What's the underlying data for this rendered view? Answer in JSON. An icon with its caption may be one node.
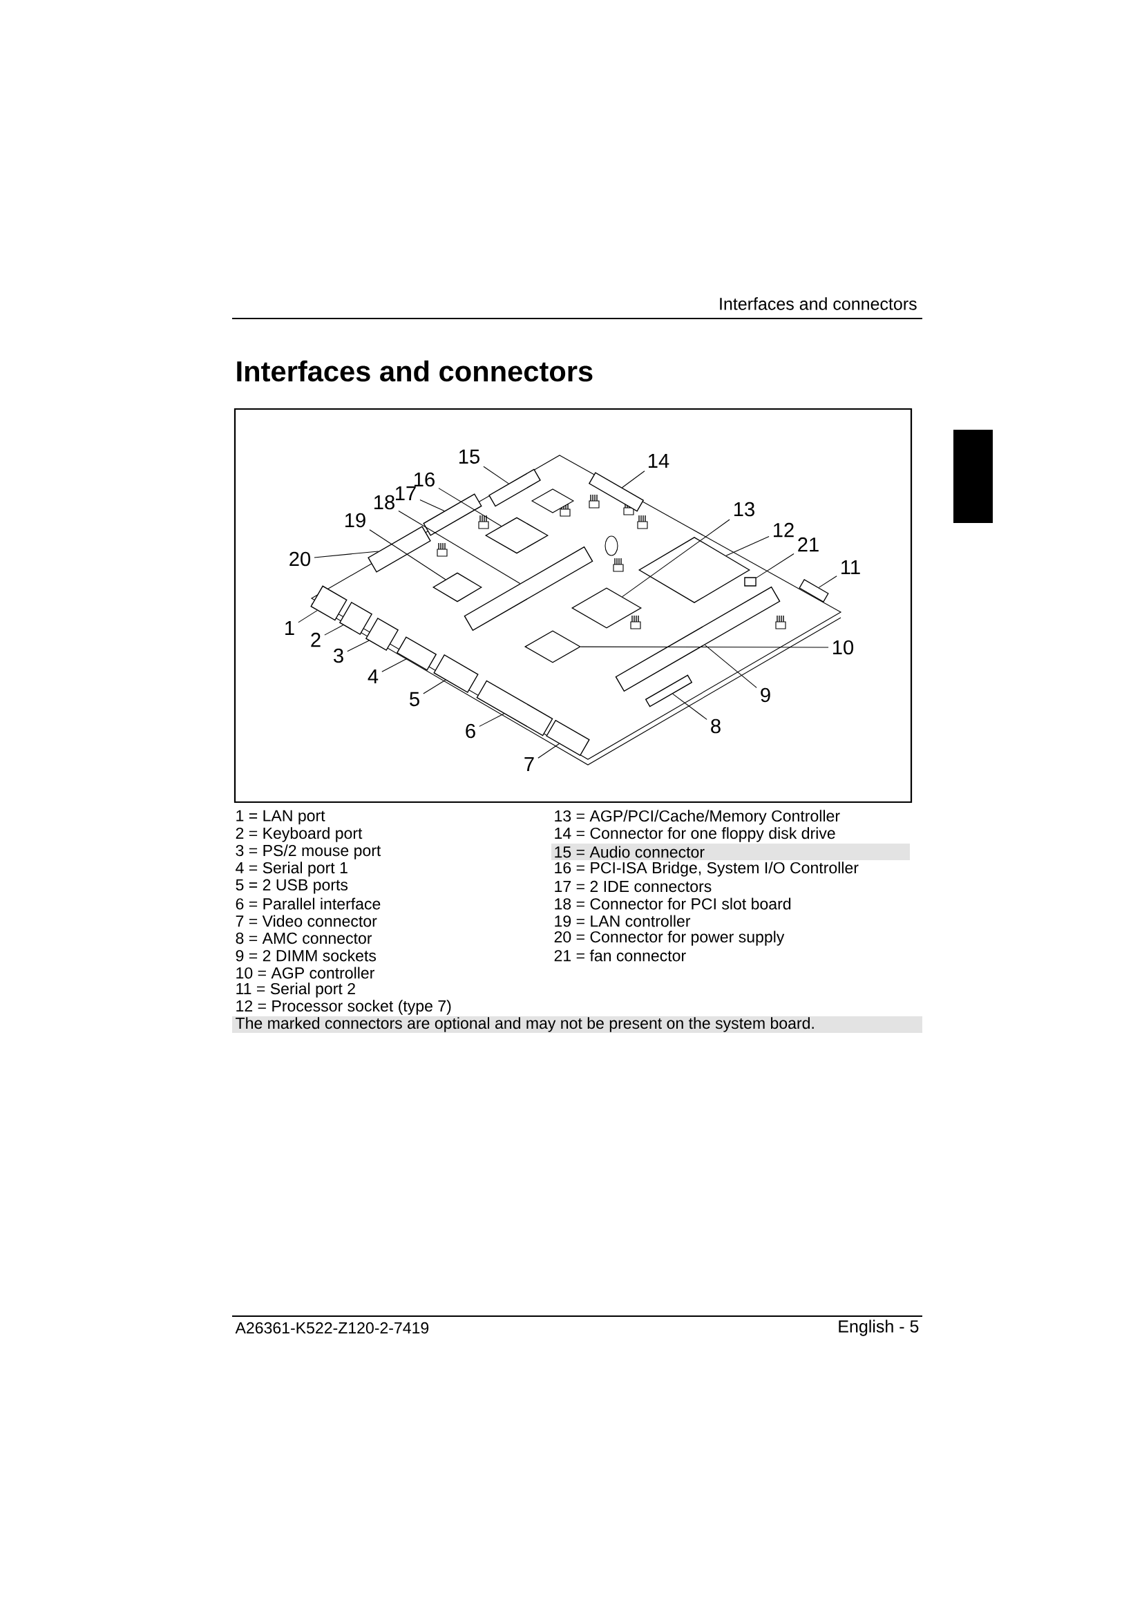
{
  "diagram": {
    "title": "Interfaces and connectors",
    "nodes": [
      {
        "text": [
          "1"
        ]
      },
      {
        "text": [
          "2"
        ]
      },
      {
        "text": [
          "3"
        ]
      },
      {
        "text": [
          "4"
        ]
      },
      {
        "text": [
          "5"
        ]
      },
      {
        "text": [
          "6"
        ]
      },
      {
        "text": [
          "7"
        ]
      },
      {
        "text": [
          "8"
        ]
      },
      {
        "text": [
          "9"
        ]
      },
      {
        "text": [
          "10"
        ]
      },
      {
        "text": [
          "11"
        ]
      },
      {
        "text": [
          "12"
        ]
      },
      {
        "text": [
          "13"
        ]
      },
      {
        "text": [
          "14"
        ]
      },
      {
        "text": [
          "15"
        ]
      },
      {
        "text": [
          "16"
        ]
      },
      {
        "text": [
          "17"
        ]
      },
      {
        "text": [
          "18"
        ]
      },
      {
        "text": [
          "19"
        ]
      },
      {
        "text": [
          "20"
        ]
      },
      {
        "text": [
          "21"
        ]
      },
      {
        "text": [],
        "shape": "box"
      },
      {
        "text": [],
        "shape": "box"
      },
      {
        "text": [],
        "shape": "box"
      },
      {
        "text": [],
        "shape": "box"
      },
      {
        "text": [],
        "shape": "box"
      },
      {
        "text": [],
        "shape": "box"
      },
      {
        "text": [],
        "shape": "box"
      },
      {
        "text": [],
        "shape": "box"
      },
      {
        "text": [],
        "shape": "box"
      },
      {
        "text": [],
        "shape": "diamond"
      },
      {
        "text": [],
        "shape": "box"
      },
      {
        "text": [],
        "shape": "diamond"
      },
      {
        "text": [],
        "shape": "diamond"
      },
      {
        "text": [],
        "shape": "box"
      },
      {
        "text": [],
        "shape": "box"
      },
      {
        "text": [],
        "shape": "diamond"
      },
      {
        "text": [],
        "shape": "box"
      },
      {
        "text": [],
        "shape": "box"
      },
      {
        "text": [],
        "shape": "diamond"
      },
      {
        "text": [],
        "shape": "box"
      },
      {
        "text": [],
        "shape": "box"
      }
    ],
    "edges": [
      {
        "from": 0,
        "to": 21,
        "arrow": "none"
      },
      {
        "from": 1,
        "to": 22,
        "arrow": "none"
      },
      {
        "from": 2,
        "to": 23,
        "arrow": "none"
      },
      {
        "from": 3,
        "to": 24,
        "arrow": "none"
      },
      {
        "from": 4,
        "to": 25,
        "arrow": "none"
      },
      {
        "from": 5,
        "to": 26,
        "arrow": "none"
      },
      {
        "from": 6,
        "to": 27,
        "arrow": "none"
      },
      {
        "from": 7,
        "to": 28,
        "arrow": "none"
      },
      {
        "from": 8,
        "to": 29,
        "arrow": "none"
      },
      {
        "from": 9,
        "to": 30,
        "arrow": "none"
      },
      {
        "from": 10,
        "to": 31,
        "arrow": "none"
      },
      {
        "from": 11,
        "to": 32,
        "arrow": "none"
      },
      {
        "from": 12,
        "to": 33,
        "arrow": "none"
      },
      {
        "from": 13,
        "to": 34,
        "arrow": "none"
      },
      {
        "from": 14,
        "to": 35,
        "arrow": "none"
      },
      {
        "from": 15,
        "to": 36,
        "arrow": "none"
      },
      {
        "from": 16,
        "to": 37,
        "arrow": "none"
      },
      {
        "from": 17,
        "to": 38,
        "arrow": "none"
      },
      {
        "from": 18,
        "to": 39,
        "arrow": "none"
      },
      {
        "from": 19,
        "to": 40,
        "arrow": "none"
      },
      {
        "from": 20,
        "to": 41,
        "arrow": "none"
      }
    ],
    "labels": [
      "Interfaces and connectors",
      "1 = LAN port",
      "2 = Keyboard port",
      "3 = PS/2 mouse port",
      "4 = Serial port 1",
      "5 = 2 USB ports",
      "6 = Parallel interface",
      "7 = Video connector",
      "8 = AMC connector",
      "9 = 2 DIMM sockets",
      "10 = AGP controller",
      "11 = Serial port 2",
      "12 = Processor socket (type 7)",
      "13 = AGP/PCI/Cache/Memory Controller",
      "14 = Connector for one floppy disk drive",
      "15 = Audio connector",
      "16 = PCI-ISA Bridge, System I/O Controller",
      "17 = 2 IDE connectors",
      "18 = Connector for PCI slot board",
      "19 = LAN controller",
      "20 = Connector for power supply",
      "21 = fan connector",
      "The marked connectors are optional and may not be present on the system board.",
      "A26361-K522-Z120-2-7419",
      "English - 5"
    ]
  }
}
